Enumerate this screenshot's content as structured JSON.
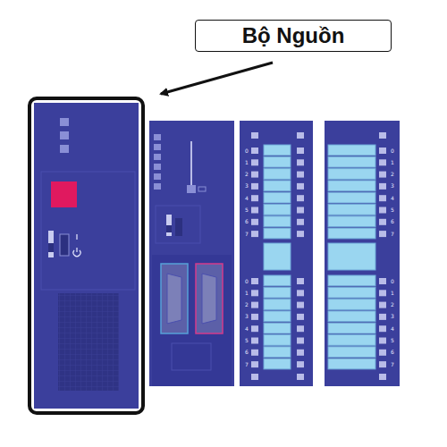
{
  "diagram": {
    "nodes": [
      {
        "text": [
          "Bộ Nguồn"
        ]
      }
    ],
    "labels": [
      "0",
      "1",
      "2",
      "3",
      "4",
      "5",
      "6",
      "7",
      "0",
      "1",
      "2",
      "3",
      "4",
      "5",
      "6",
      "7",
      "0",
      "1",
      "2",
      "3",
      "4",
      "5",
      "6",
      "7",
      "0",
      "1",
      "2",
      "3",
      "4",
      "5",
      "6",
      "7"
    ]
  }
}
